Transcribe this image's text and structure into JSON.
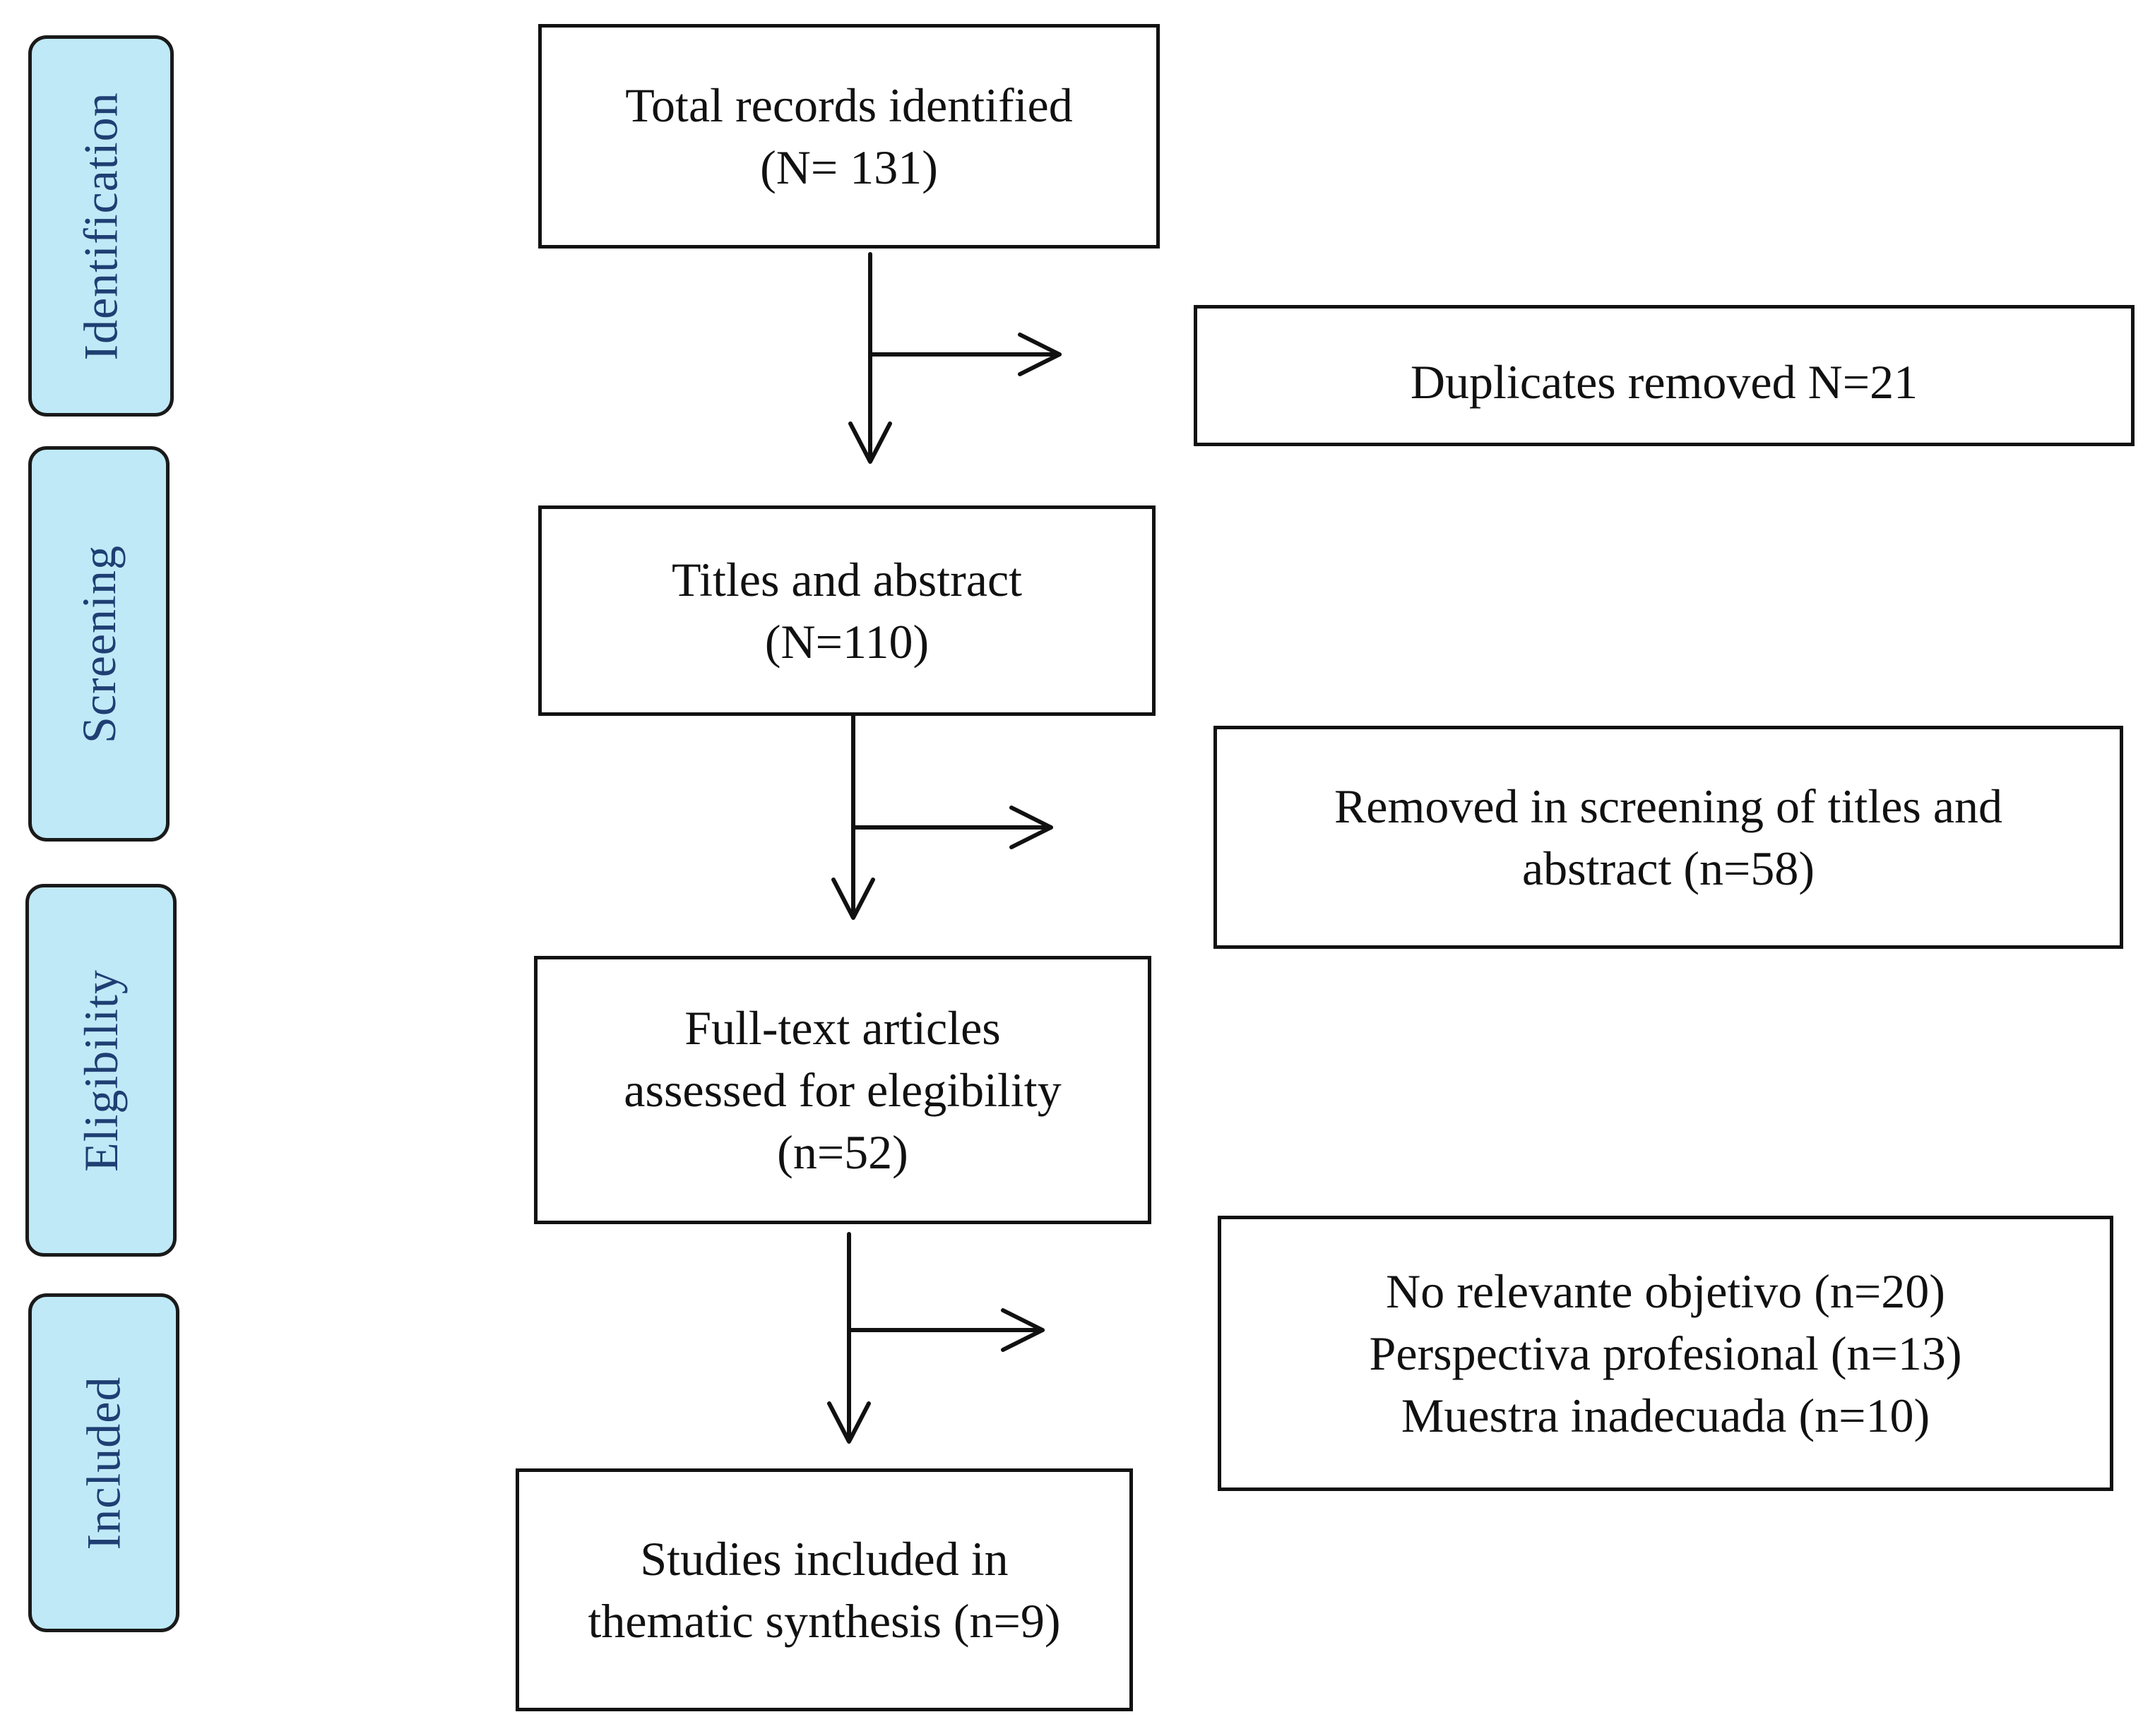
{
  "stages": [
    {
      "id": "identification",
      "label": "Identification"
    },
    {
      "id": "screening",
      "label": "Screening"
    },
    {
      "id": "eligibility",
      "label": "Eligibility"
    },
    {
      "id": "included",
      "label": "Included"
    }
  ],
  "main_flow": {
    "identified": {
      "lines": [
        "Total records identified",
        "(N= 131)"
      ]
    },
    "screened": {
      "lines": [
        "Titles and abstract",
        "(N=110)"
      ]
    },
    "eligibility": {
      "lines": [
        "Full-text articles",
        "assessed for elegibility",
        "(n=52)"
      ]
    },
    "included": {
      "lines": [
        "Studies included in",
        "thematic synthesis (n=9)"
      ]
    }
  },
  "exclusions": {
    "duplicates": {
      "lines": [
        "Duplicates removed N=21"
      ]
    },
    "screening_removed": {
      "lines": [
        "Removed in screening of titles and",
        "abstract (n=58)"
      ]
    },
    "fulltext_excluded": {
      "lines": [
        "No relevante objetivo (n=20)",
        "Perspectiva profesional (n=13)",
        "Muestra inadecuada (n=10)"
      ]
    }
  }
}
